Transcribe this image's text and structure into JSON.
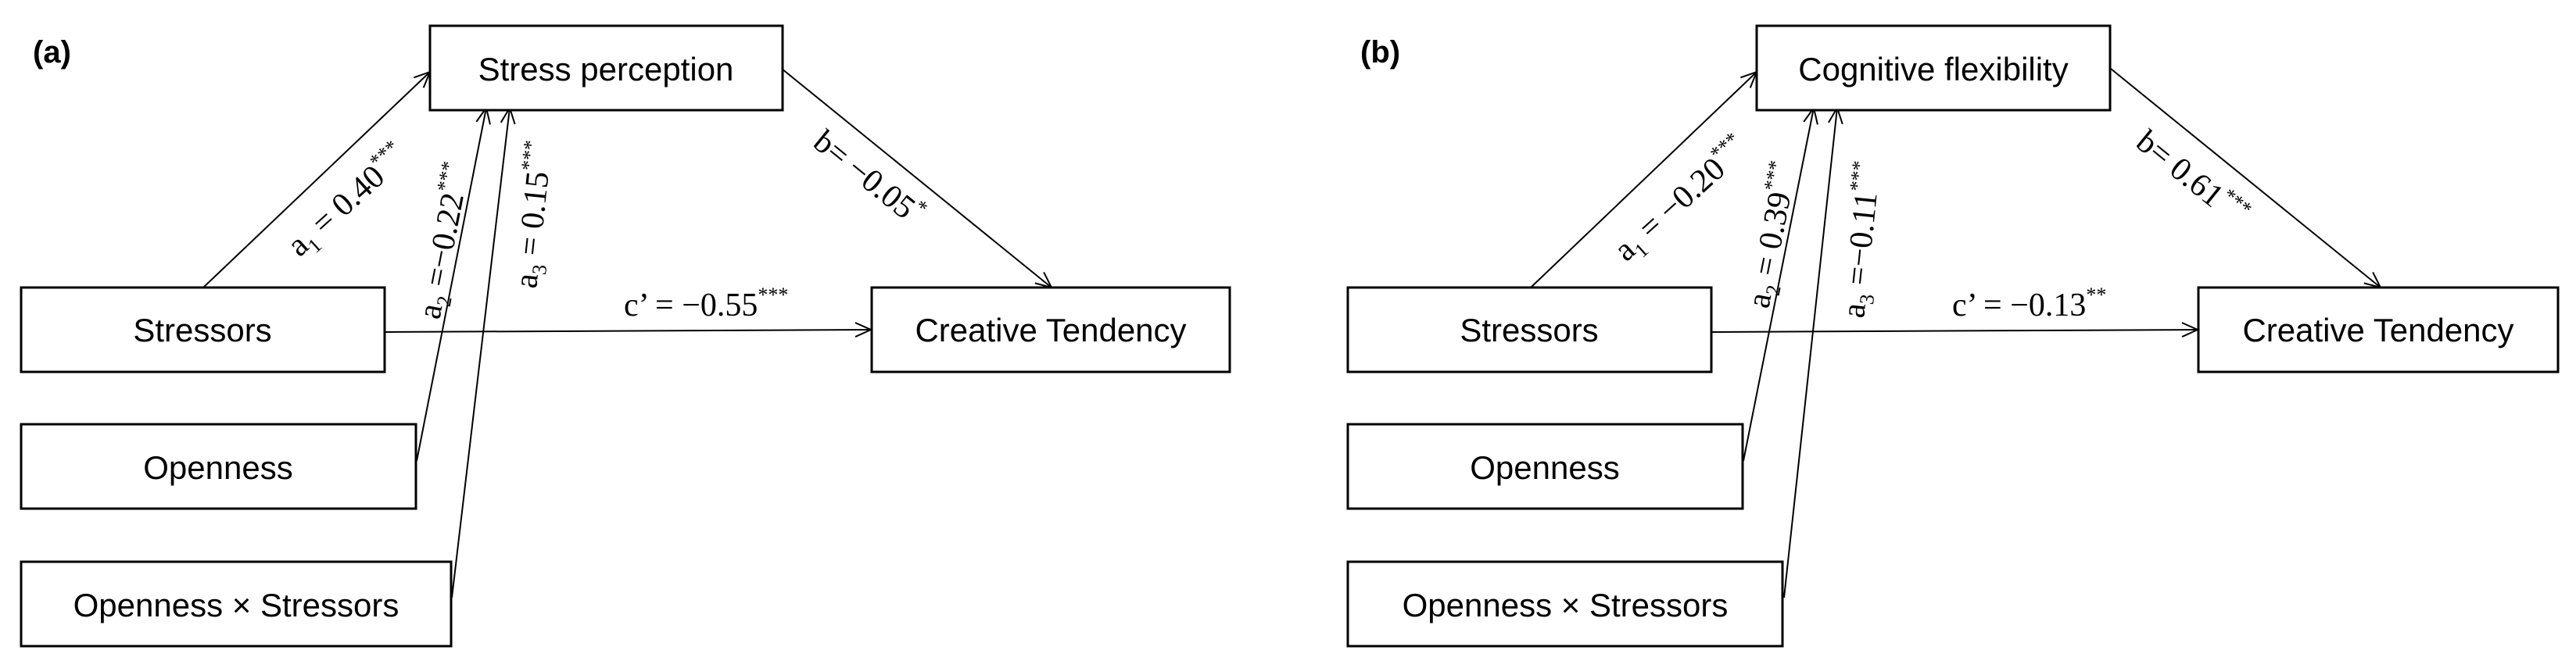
{
  "panels": [
    {
      "label": "(a)",
      "mediator": "Stress perception",
      "stressors": "Stressors",
      "openness": "Openness",
      "interaction": "Openness × Stressors",
      "outcome": "Creative Tendency",
      "paths": {
        "a1": {
          "letter": "a",
          "sub": "1",
          "value": " = 0.40",
          "stars": "***"
        },
        "a2": {
          "letter": "a",
          "sub": "2",
          "value": " =−0.22",
          "stars": "***"
        },
        "a3": {
          "letter": "a",
          "sub": "3",
          "value": " = 0.15",
          "stars": "***"
        },
        "b": {
          "value": "b= −0.05",
          "stars": "*"
        },
        "c": {
          "value": "c’ = −0.55",
          "stars": "***"
        }
      }
    },
    {
      "label": "(b)",
      "mediator": "Cognitive flexibility",
      "stressors": "Stressors",
      "openness": "Openness",
      "interaction": "Openness × Stressors",
      "outcome": "Creative Tendency",
      "paths": {
        "a1": {
          "letter": "a",
          "sub": "1",
          "value": " = −0.20",
          "stars": "***"
        },
        "a2": {
          "letter": "a",
          "sub": "2",
          "value": " = 0.39",
          "stars": "***"
        },
        "a3": {
          "letter": "a",
          "sub": "3",
          "value": " =−0.11",
          "stars": "***"
        },
        "b": {
          "value": "b= 0.61",
          "stars": "***"
        },
        "c": {
          "value": "c’ = −0.13",
          "stars": "**"
        }
      }
    }
  ]
}
